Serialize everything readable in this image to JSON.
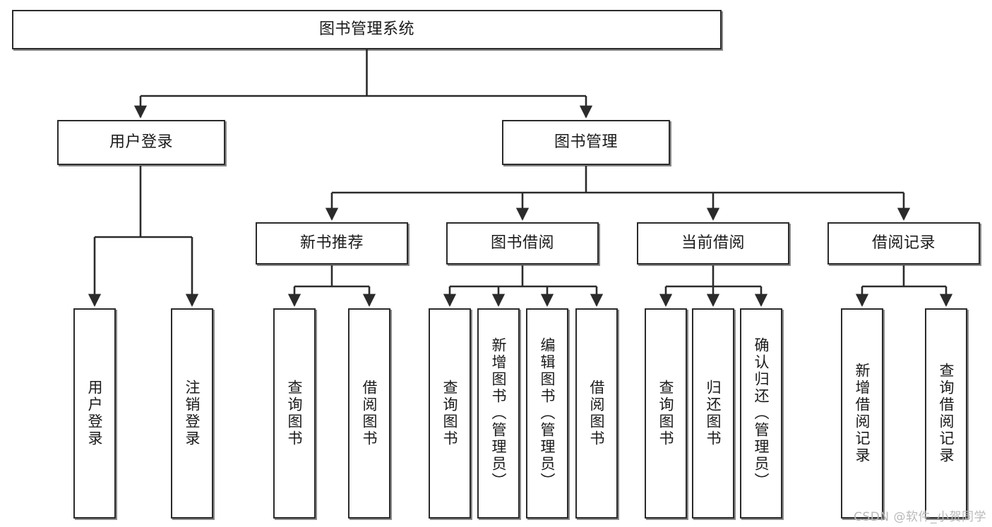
{
  "diagram": {
    "title": "图书管理系统",
    "type": "functional-structure-tree",
    "watermark": "CSDN @软件_小贺同学",
    "colors": {
      "node_border": "#2b2b2b",
      "node_fill": "#ffffff",
      "connector": "#2b2b2b",
      "text": "#1a1a1a",
      "watermark": "#b9b9b9"
    },
    "levels": {
      "root": {
        "label": "图书管理系统"
      },
      "level2": [
        {
          "label": "用户登录"
        },
        {
          "label": "图书管理"
        }
      ],
      "level3": [
        {
          "label": "新书推荐"
        },
        {
          "label": "图书借阅"
        },
        {
          "label": "当前借阅"
        },
        {
          "label": "借阅记录"
        }
      ],
      "leaves": {
        "user_login": [
          {
            "label": "用户登录"
          },
          {
            "label": "注销登录"
          }
        ],
        "new_book_recommend": [
          {
            "label": "查询图书"
          },
          {
            "label": "借阅图书"
          }
        ],
        "book_borrow": [
          {
            "label": "查询图书"
          },
          {
            "label": "新增图书（管理员）"
          },
          {
            "label": "编辑图书（管理员）"
          },
          {
            "label": "借阅图书"
          }
        ],
        "current_borrow": [
          {
            "label": "查询图书"
          },
          {
            "label": "归还图书"
          },
          {
            "label": "确认归还（管理员）"
          }
        ],
        "borrow_record": [
          {
            "label": "新增借阅记录"
          },
          {
            "label": "查询借阅记录"
          }
        ]
      }
    }
  }
}
